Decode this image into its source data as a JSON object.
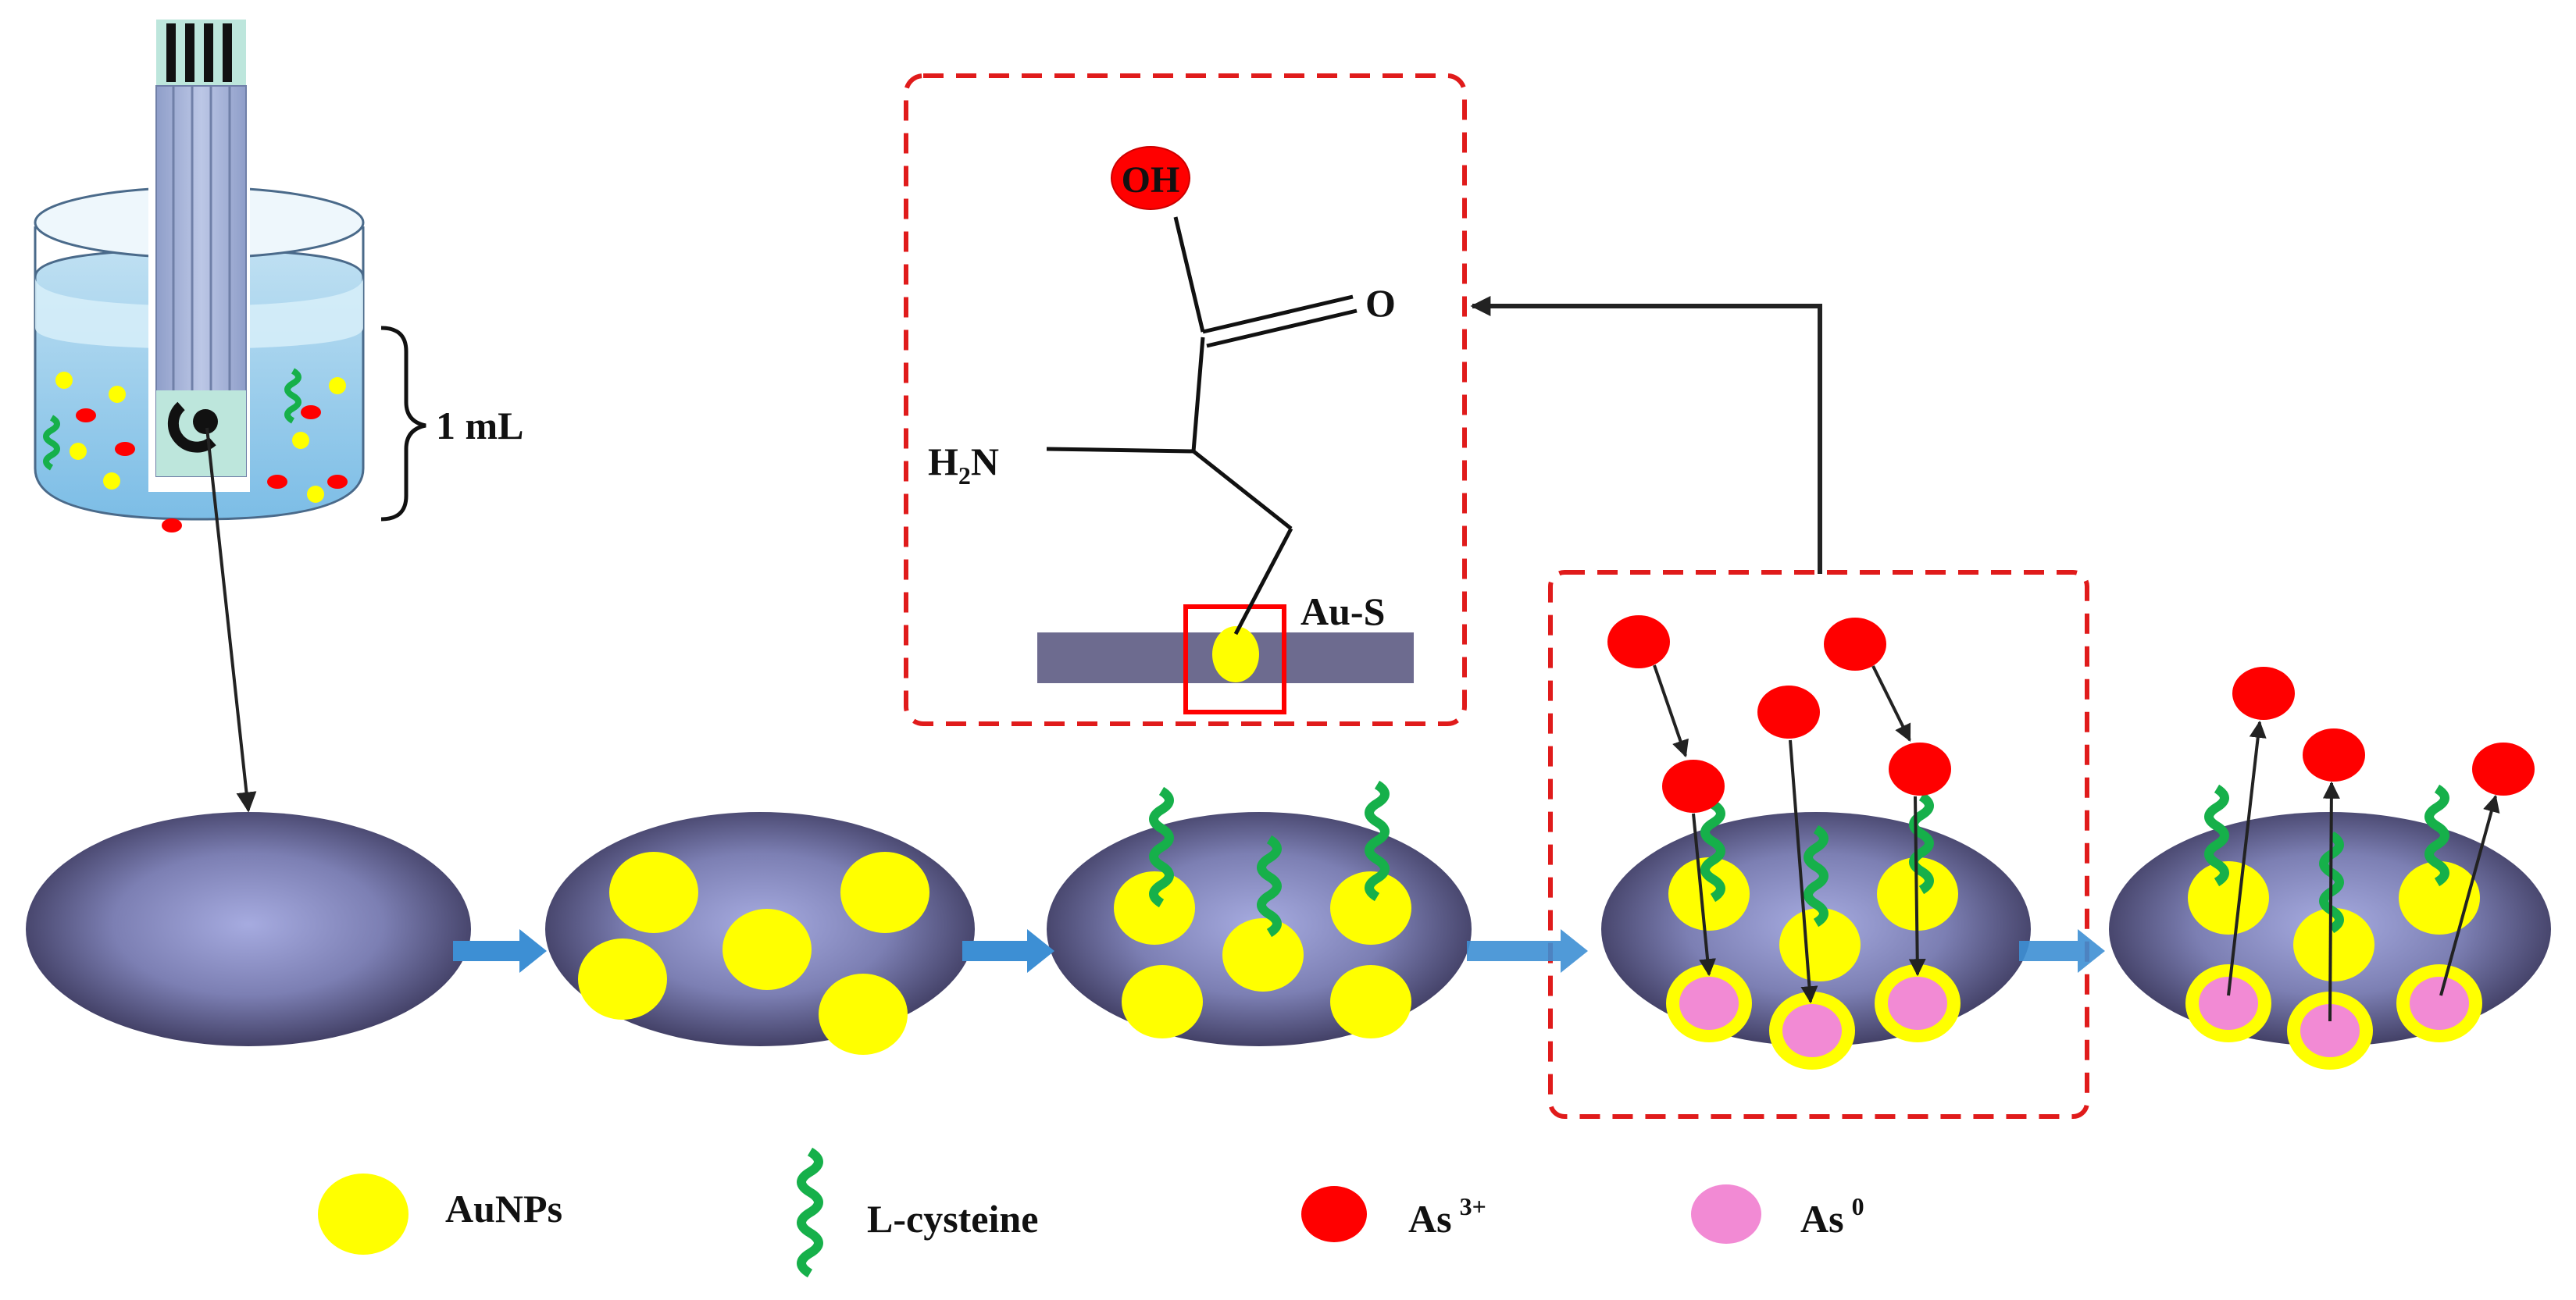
{
  "labels": {
    "volume": "1 mL",
    "hydroxyl": "OH",
    "oxygen": "O",
    "amine_h": "H",
    "amine_sub": "2",
    "amine_n": "N",
    "bond": "Au-S"
  },
  "legend": [
    {
      "name": "AuNPs",
      "sup": ""
    },
    {
      "name": "L-cysteine",
      "sup": ""
    },
    {
      "name": "As",
      "sup": "3+"
    },
    {
      "name": "As",
      "sup": "0"
    }
  ],
  "colors": {
    "gold": "#ffff00",
    "cysteine": "#16b04a",
    "arsenic3": "#ff0000",
    "arsenic0": "#f28ad4",
    "dashed_box": "#e01b1b",
    "electrode_dark": "#3e3b60",
    "electrode_light": "#9da2d8",
    "flow_arrow": "#3d8fd4"
  }
}
